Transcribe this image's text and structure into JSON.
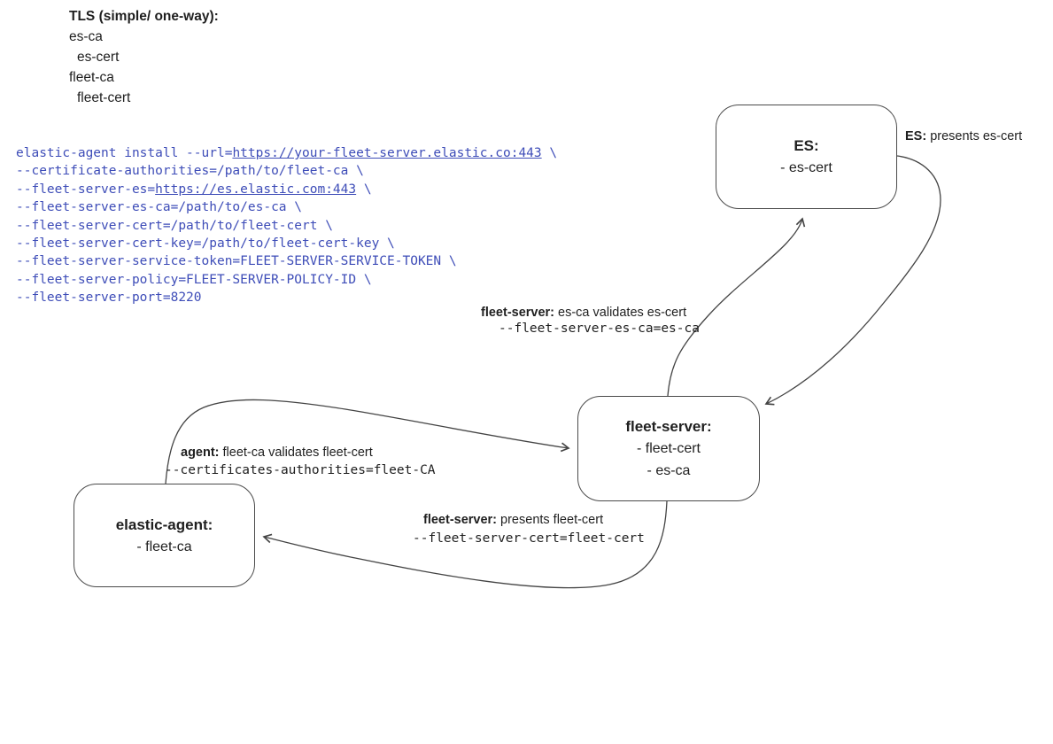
{
  "colors": {
    "line": "#444444",
    "box_border": "#4a4a4a",
    "text": "#1f1f1f",
    "code_blue": "#3e4db8"
  },
  "tls_list": {
    "title": "TLS (simple/ one-way):",
    "items": [
      {
        "label": "es-ca",
        "indent": false
      },
      {
        "label": "es-cert",
        "indent": true
      },
      {
        "label": "fleet-ca",
        "indent": false
      },
      {
        "label": "fleet-cert",
        "indent": true
      }
    ]
  },
  "command": {
    "lines": [
      [
        {
          "t": "elastic-agent install --url=",
          "link": false
        },
        {
          "t": "https://your-fleet-server.elastic.co:443",
          "link": true
        },
        {
          "t": " \\",
          "link": false
        }
      ],
      [
        {
          "t": "--certificate-authorities=/path/to/fleet-ca \\",
          "link": false
        }
      ],
      [
        {
          "t": "--fleet-server-es=",
          "link": false
        },
        {
          "t": "https://es.elastic.com:443",
          "link": true
        },
        {
          "t": " \\",
          "link": false
        }
      ],
      [
        {
          "t": "--fleet-server-es-ca=/path/to/es-ca \\",
          "link": false
        }
      ],
      [
        {
          "t": "--fleet-server-cert=/path/to/fleet-cert \\",
          "link": false
        }
      ],
      [
        {
          "t": "--fleet-server-cert-key=/path/to/fleet-cert-key \\",
          "link": false
        }
      ],
      [
        {
          "t": "--fleet-server-service-token=FLEET-SERVER-SERVICE-TOKEN \\",
          "link": false
        }
      ],
      [
        {
          "t": "--fleet-server-policy=FLEET-SERVER-POLICY-ID \\",
          "link": false
        }
      ],
      [
        {
          "t": "--fleet-server-port=8220",
          "link": false
        }
      ]
    ]
  },
  "nodes": {
    "es": {
      "title": "ES:",
      "items": [
        "- es-cert"
      ]
    },
    "fleet_server": {
      "title": "fleet-server:",
      "items": [
        "- fleet-cert",
        "- es-ca"
      ]
    },
    "elastic_agent": {
      "title": "elastic-agent:",
      "items": [
        "- fleet-ca"
      ]
    }
  },
  "edge_labels": {
    "es_presents": {
      "bold": "ES:",
      "rest": " presents es-cert"
    },
    "fleet_validates": {
      "bold": "fleet-server:",
      "rest": " es-ca validates es-cert",
      "code": "--fleet-server-es-ca=es-ca"
    },
    "agent_validates": {
      "bold": "agent:",
      "rest": " fleet-ca validates fleet-cert",
      "code": "--certificates-authorities=fleet-CA"
    },
    "fleet_presents": {
      "bold": "fleet-server:",
      "rest": " presents fleet-cert",
      "code": "--fleet-server-cert=fleet-cert"
    }
  }
}
